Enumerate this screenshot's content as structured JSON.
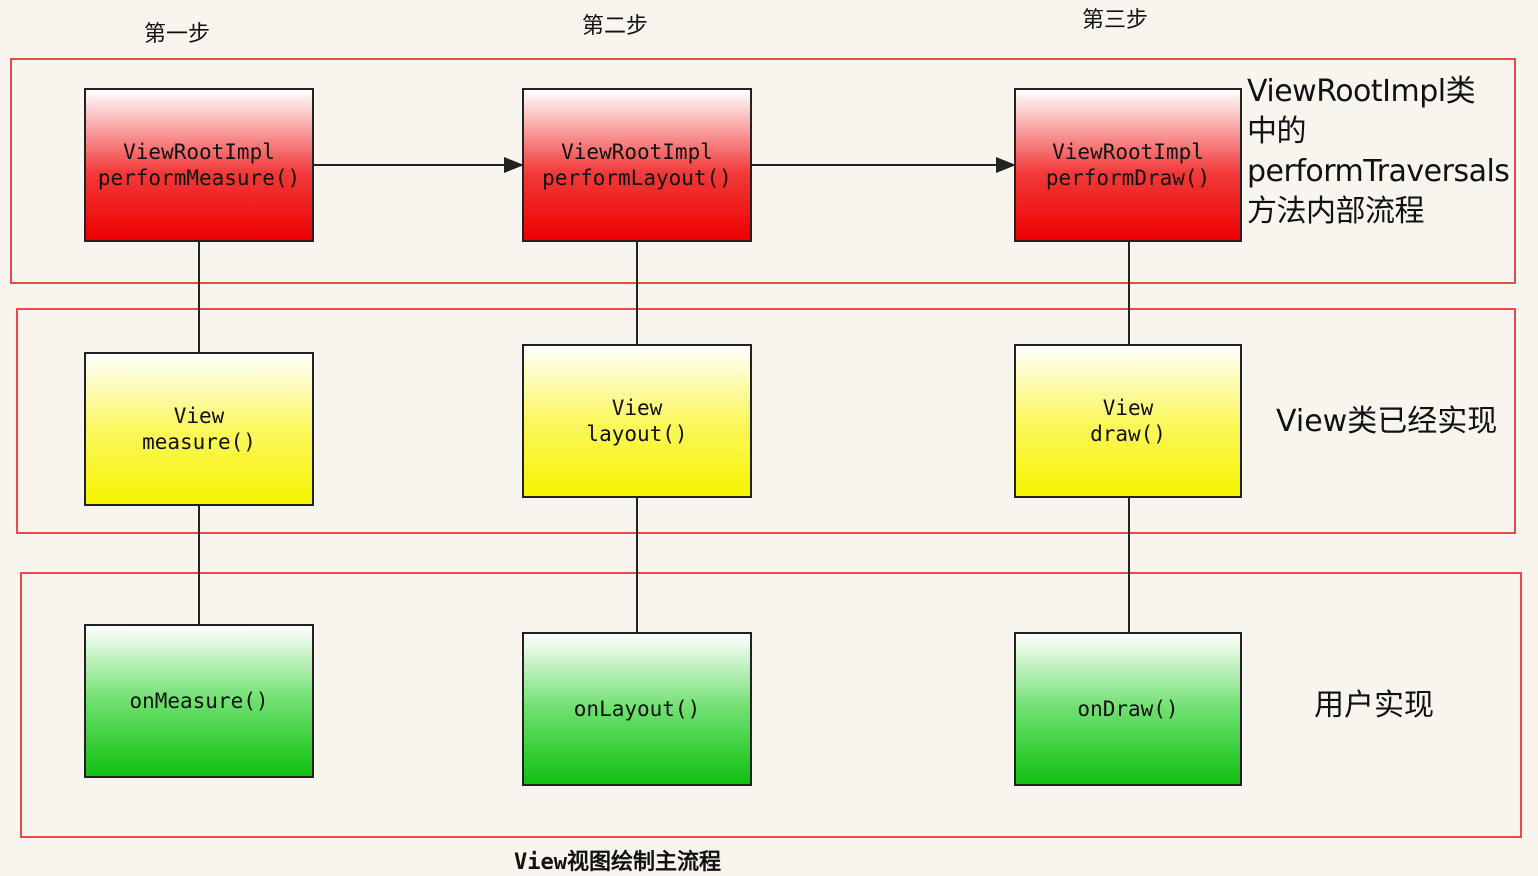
{
  "steps": {
    "s1": "第一步",
    "s2": "第二步",
    "s3": "第三步"
  },
  "row1": {
    "measure": {
      "l1": "ViewRootImpl",
      "l2": "performMeasure()"
    },
    "layout": {
      "l1": "ViewRootImpl",
      "l2": "performLayout()"
    },
    "draw": {
      "l1": "ViewRootImpl",
      "l2": "performDraw()"
    },
    "side": [
      "ViewRootImpl类",
      "中的",
      "performTraversals",
      "方法内部流程"
    ]
  },
  "row2": {
    "measure": {
      "l1": "View",
      "l2": "measure()"
    },
    "layout": {
      "l1": "View",
      "l2": "layout()"
    },
    "draw": {
      "l1": "View",
      "l2": "draw()"
    },
    "side": "View类已经实现"
  },
  "row3": {
    "measure": "onMeasure()",
    "layout": "onLayout()",
    "draw": "onDraw()",
    "side": "用户实现"
  },
  "caption": "View视图绘制主流程",
  "colors": {
    "band_border": "#e84a4a",
    "red": "#ee0000",
    "yellow": "#f8f400",
    "green": "#11c011"
  }
}
